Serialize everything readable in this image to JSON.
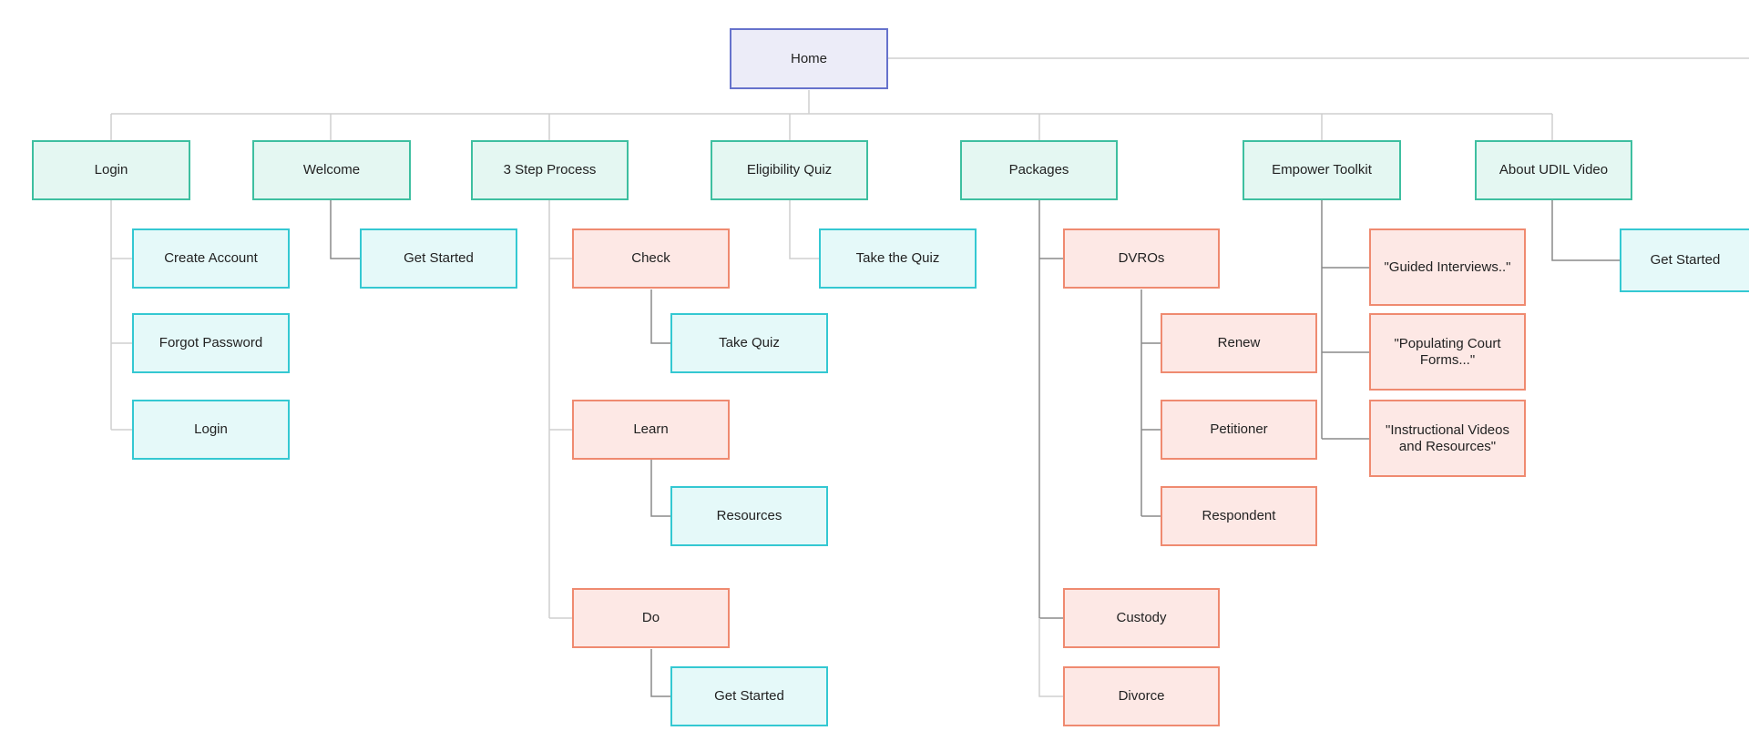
{
  "colors": {
    "root_fill": "#ececf8",
    "root_border": "#6672cc",
    "section_fill": "#e4f7f2",
    "section_border": "#3ebfa0",
    "page_fill": "#e5f9f9",
    "page_border": "#34c8d2",
    "step_fill": "#fde8e5",
    "step_border": "#ef8a70",
    "connector_light": "#cfcfcf",
    "connector_dark": "#8a8a8a"
  },
  "nodes": {
    "home": "Home",
    "login": "Login",
    "welcome": "Welcome",
    "three_step_process": "3 Step Process",
    "eligibility_quiz": "Eligibility Quiz",
    "packages": "Packages",
    "empower_toolkit": "Empower Toolkit",
    "about_udil_video": "About UDIL Video",
    "create_account": "Create Account",
    "forgot_password": "Forgot Password",
    "login_page": "Login",
    "welcome_get_started": "Get Started",
    "check": "Check",
    "take_quiz": "Take Quiz",
    "learn": "Learn",
    "resources": "Resources",
    "do": "Do",
    "do_get_started": "Get Started",
    "take_the_quiz": "Take the Quiz",
    "dvros": "DVROs",
    "renew": "Renew",
    "petitioner": "Petitioner",
    "respondent": "Respondent",
    "custody": "Custody",
    "divorce": "Divorce",
    "guided_interviews": "\"Guided Interviews..\"",
    "populating_court_forms": "\"Populating Court Forms...\"",
    "instructional_videos": "\"Instructional Videos and Resources\"",
    "about_get_started": "Get Started"
  }
}
